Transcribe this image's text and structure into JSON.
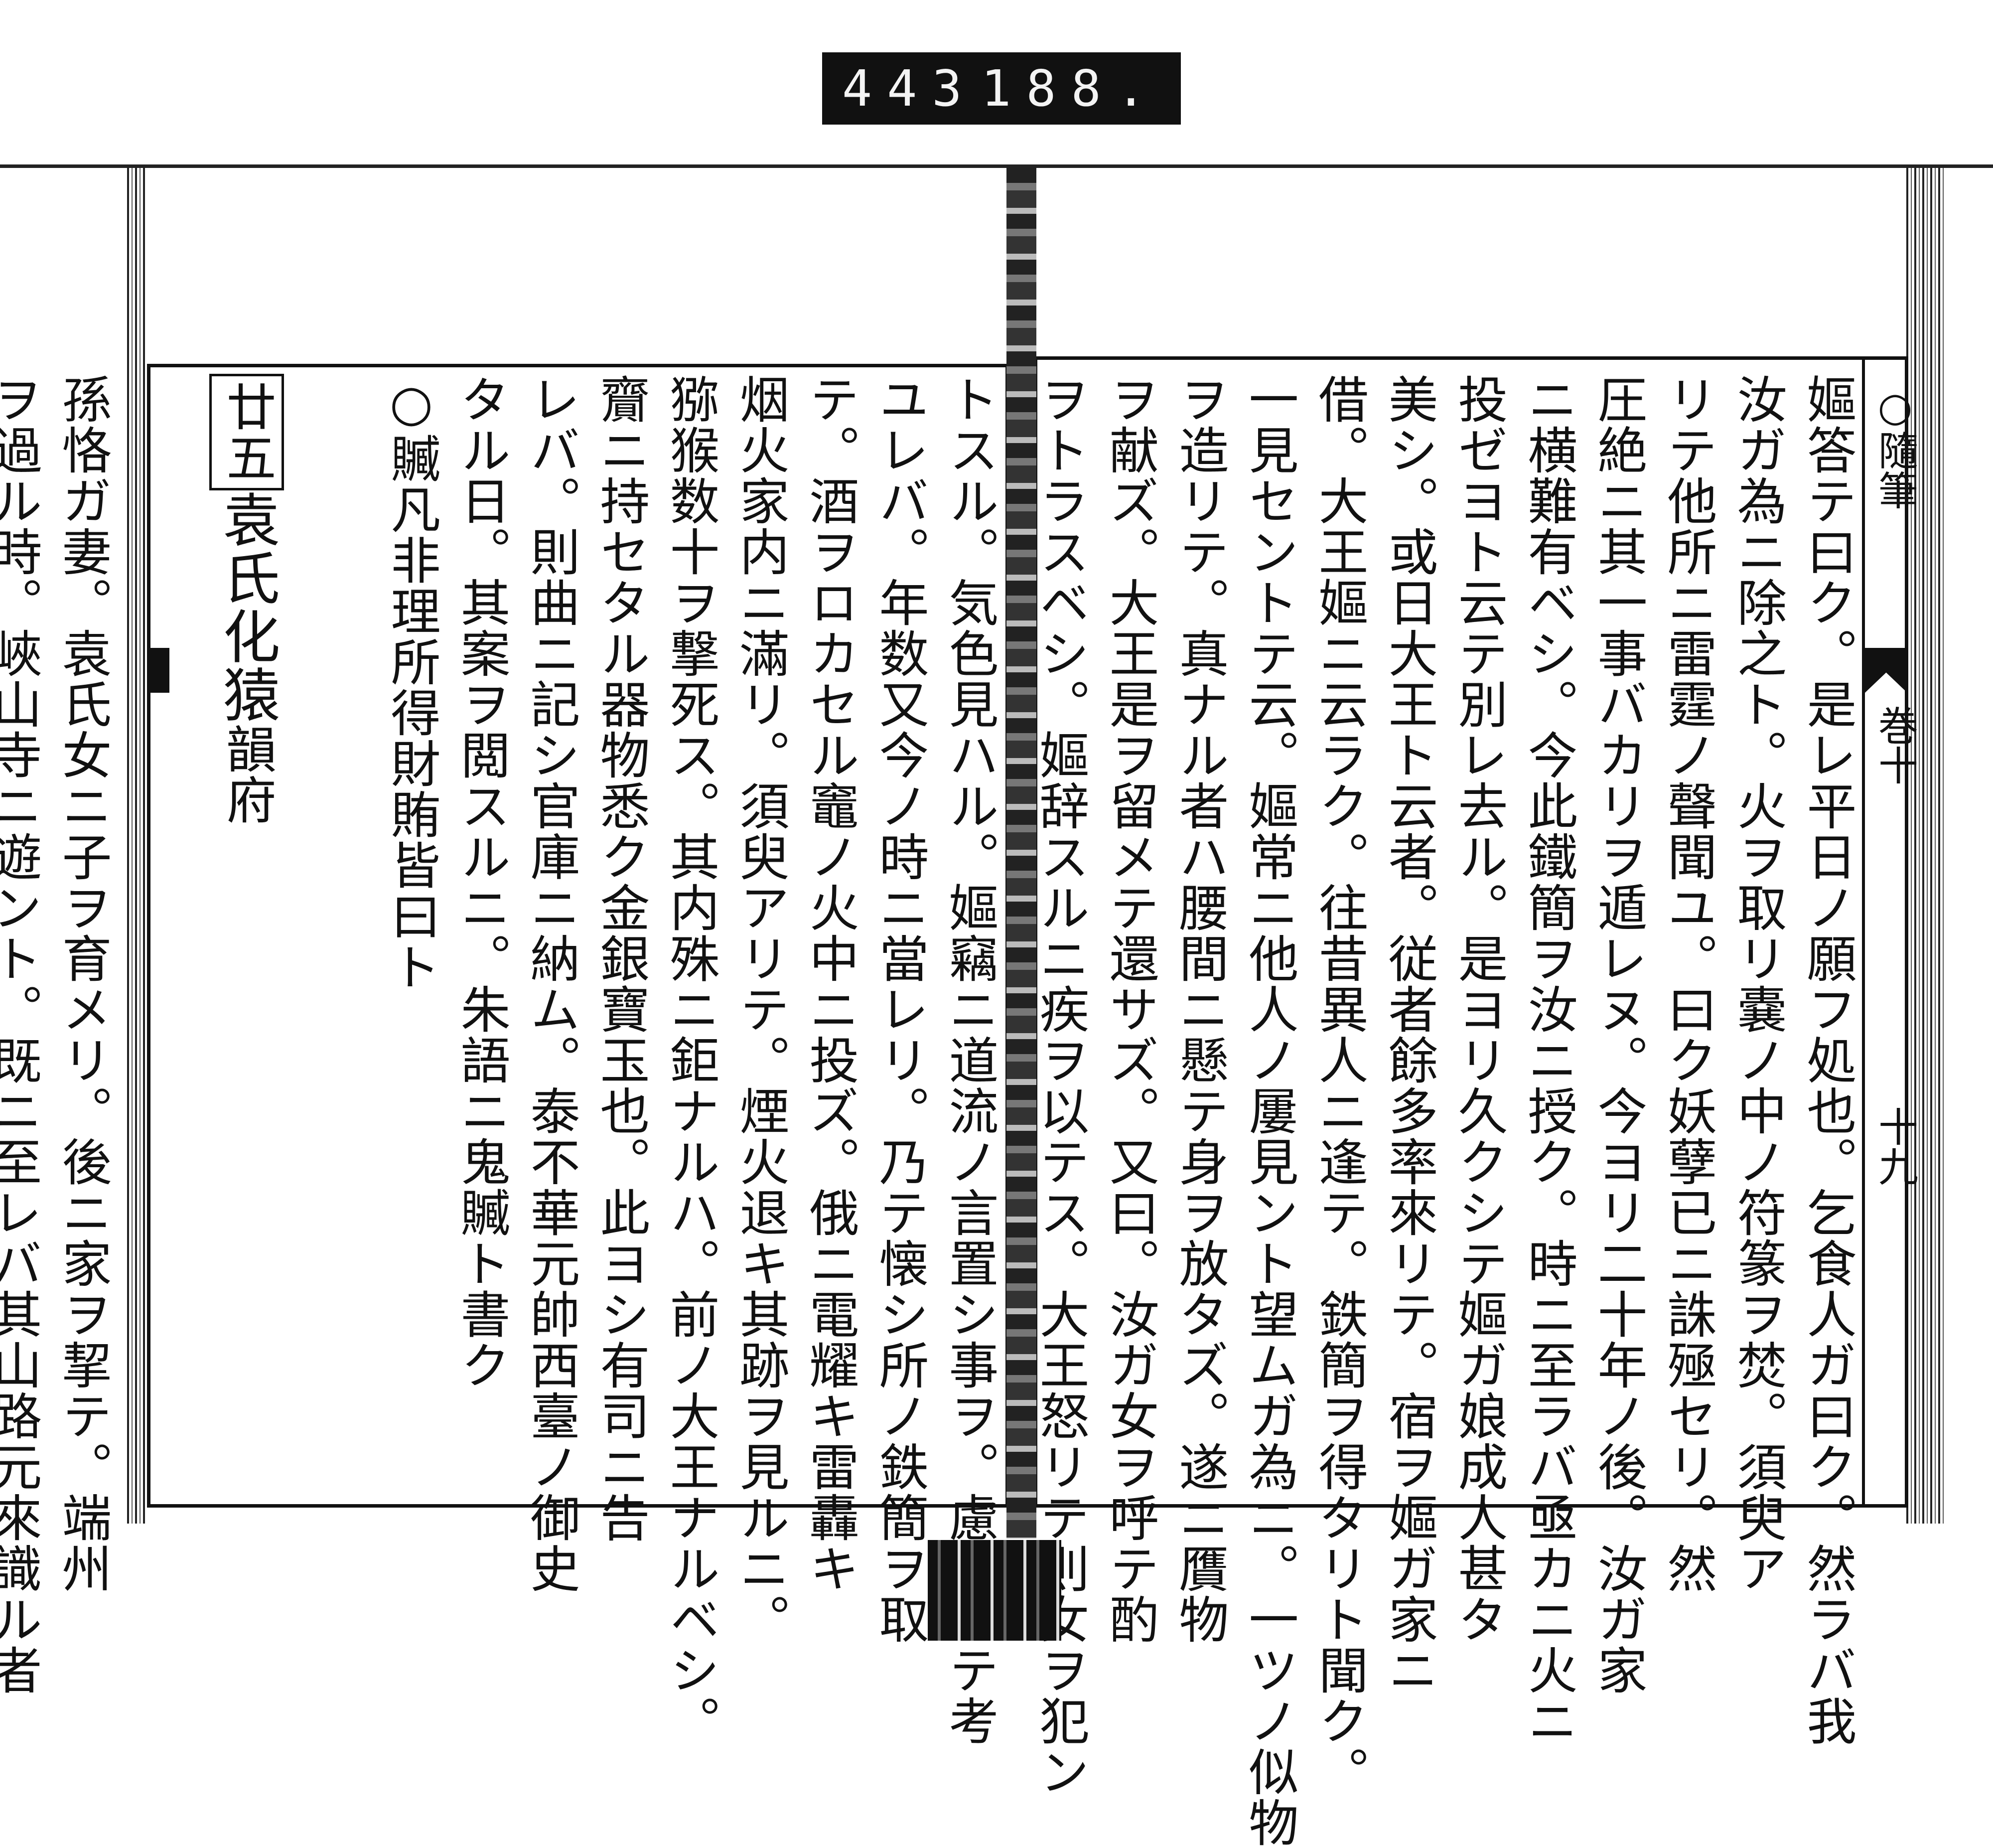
{
  "archive_label": {
    "left_number": "443",
    "right_number": "188."
  },
  "right_page": {
    "margin": {
      "title": "○隨筆",
      "volume": "巻十",
      "page_number": "十九"
    },
    "columns": [
      "嫗答テ曰ク。是レ平日ノ願フ処也。乞食人ガ曰ク。然ラバ我",
      "汝ガ為ニ除之ト。火ヲ取リ嚢ノ中ノ符篆ヲ焚。須臾ア",
      "リテ他所ニ雷霆ノ聲聞ユ。曰ク妖孽已ニ誅殛セリ。然",
      "圧絶ニ其一事バカリヲ遁レヌ。今ヨリ二十年ノ後。汝ガ家",
      "ニ横難有ベシ。今此鐵簡ヲ汝ニ授ク。時ニ至ラバ亟カニ火ニ",
      "投ゼヨト云テ別レ去ル。是ヨリ久クシテ嫗ガ娘成人甚タ",
      "美シ。或日大王ト云者。従者餘多率來リテ。宿ヲ嫗ガ家ニ",
      "借。大王嫗ニ云ラク。往昔異人ニ逢テ。鉄簡ヲ得タリト聞ク。",
      "一見セントテ云。嫗常ニ他人ノ屢見ント望ムガ為ニ。一ツノ似物",
      "ヲ造リテ。真ナル者ハ腰間ニ懸テ身ヲ放タズ。遂ニ贋物",
      "ヲ献ズ。大王是ヲ留メテ還サズ。又曰。汝ガ女ヲ呼テ酌",
      "ヲトラスベシ。嫗辞スルニ疾ヲ以テス。大王怒リテ則女ヲ犯ン"
    ]
  },
  "left_page": {
    "columns": [
      "トスル。気色見ハル。嫗竊ニ道流ノ言置シ事ヲ。慮カリテ考",
      "ユレバ。年数又今ノ時ニ當レリ。乃テ懐シ所ノ鉄簡ヲ取",
      "テ。酒ヲロカセル竈ノ火中ニ投ズ。俄ニ電耀キ雷轟キ",
      "烟火家内ニ滿リ。須臾アリテ。煙火退キ其跡ヲ見ルニ。",
      "猕猴数十ヲ撃死ス。其内殊ニ鉅ナルハ。前ノ大王ナルベシ。",
      "齎ニ持セタル器物悉ク金銀寶玉也。此ヨシ有司ニ告",
      "レバ。則曲ニ記シ官庫ニ納ム。泰不華元帥西臺ノ御史",
      "タル日。其案ヲ閲スルニ。朱語ニ鬼贓ト書ク"
    ],
    "note": {
      "head": "○贓",
      "body": "凡非理所得財賄皆曰ト"
    },
    "section": {
      "number": "廿五",
      "title": "袁氏化猿",
      "source": "韻府"
    },
    "columns_after": [
      "孫恪ガ妻。袁氏女ニ子ヲ育メリ。後ニ家ヲ挈テ。端州",
      "ヲ過ル時。峽山寺ニ遊ント。既ニ至レバ其山路元來識ル者"
    ]
  }
}
